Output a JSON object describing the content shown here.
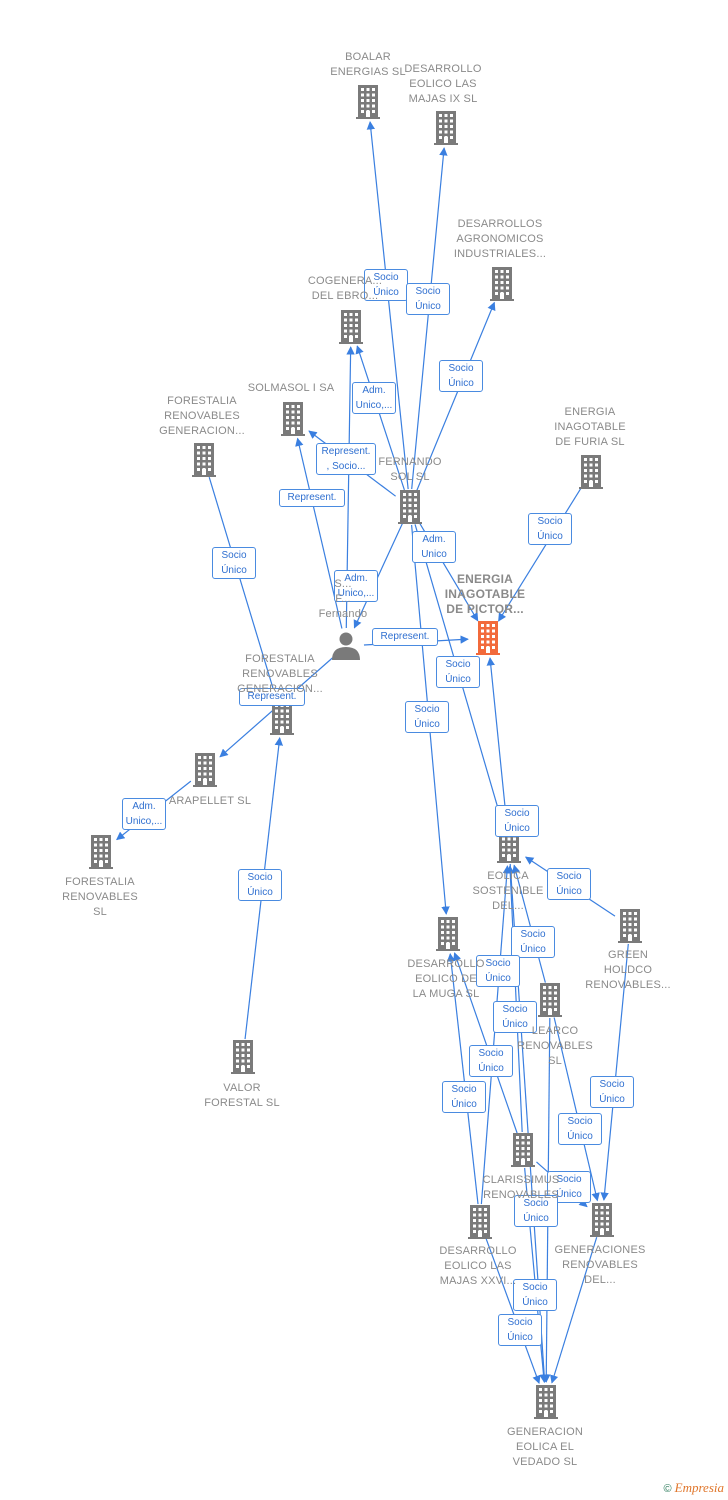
{
  "colors": {
    "node": "#7a7a7a",
    "focus": "#f26a3b",
    "edge": "#3a7fe0",
    "label_text": "#8a8a8a"
  },
  "nodes": [
    {
      "id": "boalar",
      "label": "BOALAR\nENERGIAS  SL",
      "icon": "building-icon"
    },
    {
      "id": "majas9",
      "label": "DESARROLLO\nEOLICO LAS\nMAJAS IX  SL",
      "icon": "building-icon"
    },
    {
      "id": "agron",
      "label": "DESARROLLOS\nAGRONOMICOS\nINDUSTRIALES...",
      "icon": "building-icon"
    },
    {
      "id": "cogen",
      "label": "COGENERA...\nDEL EBRO...",
      "icon": "building-icon"
    },
    {
      "id": "solmasol",
      "label": "SOLMASOL I SA",
      "icon": "building-icon"
    },
    {
      "id": "forgen",
      "label": "FORESTALIA\nRENOVABLES\nGENERACION...",
      "icon": "building-icon"
    },
    {
      "id": "furia",
      "label": "ENERGIA\nINAGOTABLE\nDE FURIA  SL",
      "icon": "building-icon"
    },
    {
      "id": "fernsol",
      "label": "FERNANDO\nSOL SL",
      "icon": "building-icon"
    },
    {
      "id": "pictor",
      "label": "ENERGIA\nINAGOTABLE\nDE PICTOR...",
      "icon": "building-icon"
    },
    {
      "id": "person",
      "label": "S...\nF...\nFernando",
      "icon": "person-icon"
    },
    {
      "id": "forgen2",
      "label": "FORESTALIA\nRENOVABLES\nGENERACION...",
      "icon": "building-icon"
    },
    {
      "id": "arapellet",
      "label": "ARAPELLET  SL",
      "icon": "building-icon"
    },
    {
      "id": "forren",
      "label": "FORESTALIA\nRENOVABLES\nSL",
      "icon": "building-icon"
    },
    {
      "id": "valor",
      "label": "VALOR\nFORESTAL SL",
      "icon": "building-icon"
    },
    {
      "id": "eolsost",
      "label": "EOLICA\nSOSTENIBLE\nDEL...",
      "icon": "building-icon"
    },
    {
      "id": "green",
      "label": "GREEN\nHOLDCO\nRENOVABLES...",
      "icon": "building-icon"
    },
    {
      "id": "muga",
      "label": "DESARROLLO\nEOLICO DE\nLA MUGA SL",
      "icon": "building-icon"
    },
    {
      "id": "learco",
      "label": "LEARCO\nRENOVABLES\nSL",
      "icon": "building-icon"
    },
    {
      "id": "clarissimus",
      "label": "CLARISSIMUS\nRENOVABLES",
      "icon": "building-icon"
    },
    {
      "id": "majas26",
      "label": "DESARROLLO\nEOLICO LAS\nMAJAS XXVI...",
      "icon": "building-icon"
    },
    {
      "id": "genren",
      "label": "GENERACIONES\nRENOVABLES\nDEL...",
      "icon": "building-icon"
    },
    {
      "id": "vedado",
      "label": "GENERACION\nEOLICA EL\nVEDADO SL",
      "icon": "building-icon"
    }
  ],
  "edges": [
    {
      "from": "fernsol",
      "to": "boalar",
      "label": "Socio\nÚnico"
    },
    {
      "from": "fernsol",
      "to": "majas9",
      "label": "Socio\nÚnico"
    },
    {
      "from": "fernsol",
      "to": "agron",
      "label": "Socio\nÚnico"
    },
    {
      "from": "fernsol",
      "to": "cogen",
      "label": "Adm.\nUnico,..."
    },
    {
      "from": "fernsol",
      "to": "solmasol",
      "label": "Represent.\n, Socio..."
    },
    {
      "from": "person",
      "to": "solmasol",
      "label": "Represent."
    },
    {
      "from": "person",
      "to": "cogen",
      "label": ""
    },
    {
      "from": "fernsol",
      "to": "person",
      "label": "Adm.\nUnico,..."
    },
    {
      "from": "person",
      "to": "pictor",
      "label": "Represent."
    },
    {
      "from": "fernsol",
      "to": "pictor",
      "label": "Adm.\nUnico"
    },
    {
      "from": "furia",
      "to": "pictor",
      "label": "Socio\nÚnico"
    },
    {
      "from": "forgen",
      "to": "forgen2",
      "label": "Socio\nÚnico"
    },
    {
      "from": "person",
      "to": "arapellet",
      "label": "Represent."
    },
    {
      "from": "arapellet",
      "to": "forren",
      "label": "Adm.\nUnico,..."
    },
    {
      "from": "valor",
      "to": "forgen2",
      "label": "Socio\nÚnico"
    },
    {
      "from": "fernsol",
      "to": "muga",
      "label": "Socio\nÚnico"
    },
    {
      "from": "fernsol",
      "to": "eolsost",
      "label": "Socio\nÚnico"
    },
    {
      "from": "eolsost",
      "to": "pictor",
      "label": "Socio\nÚnico"
    },
    {
      "from": "green",
      "to": "eolsost",
      "label": "Socio\nÚnico"
    },
    {
      "from": "learco",
      "to": "eolsost",
      "label": "Socio\nÚnico"
    },
    {
      "from": "majas26",
      "to": "eolsost",
      "label": "Socio\nÚnico"
    },
    {
      "from": "clarissimus",
      "to": "eolsost",
      "label": "Socio\nÚnico"
    },
    {
      "from": "majas26",
      "to": "muga",
      "label": "Socio\nÚnico"
    },
    {
      "from": "clarissimus",
      "to": "muga",
      "label": "Socio\nÚnico"
    },
    {
      "from": "green",
      "to": "genren",
      "label": "Socio\nÚnico"
    },
    {
      "from": "learco",
      "to": "genren",
      "label": "Socio\nÚnico"
    },
    {
      "from": "clarissimus",
      "to": "genren",
      "label": "Socio\nÚnico"
    },
    {
      "from": "learco",
      "to": "vedado",
      "label": "Socio\nÚnico"
    },
    {
      "from": "majas26",
      "to": "vedado",
      "label": "Socio\nÚnico"
    },
    {
      "from": "clarissimus",
      "to": "vedado",
      "label": "Socio\nÚnico"
    },
    {
      "from": "genren",
      "to": "vedado",
      "label": ""
    },
    {
      "from": "eolsost",
      "to": "vedado",
      "label": ""
    }
  ],
  "copyright": {
    "symbol": "©",
    "brand": "Empresia"
  }
}
